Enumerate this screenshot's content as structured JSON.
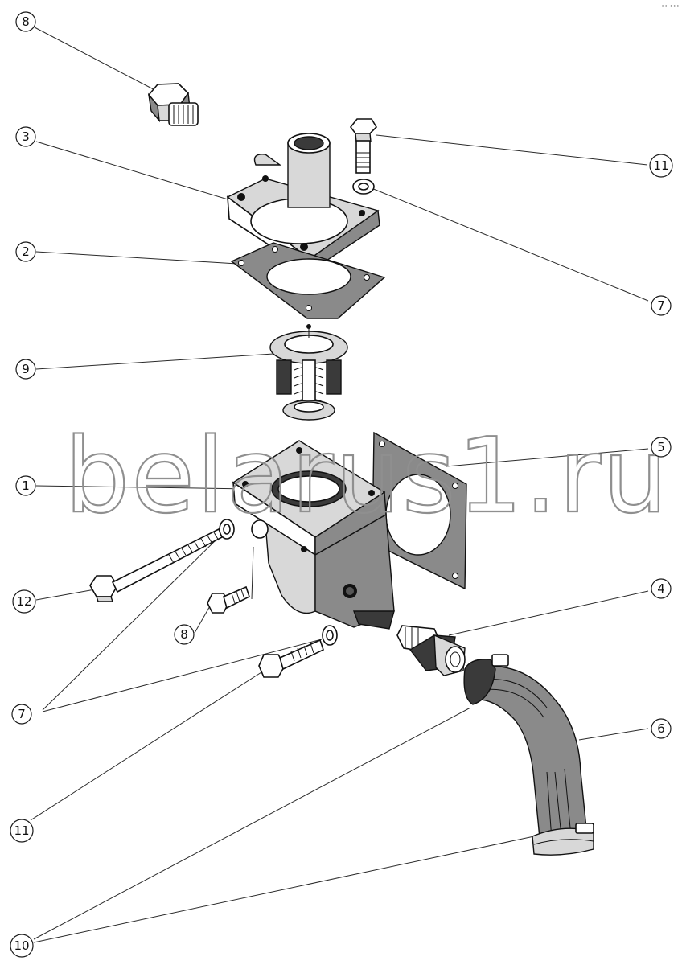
{
  "watermark": "belarus1.ru",
  "corner_mark": "•• •••",
  "callouts": {
    "c8_top": "8",
    "c3": "3",
    "c11_top": "11",
    "c2": "2",
    "c7_right": "7",
    "c9": "9",
    "c5": "5",
    "c1": "1",
    "c12": "12",
    "c4": "4",
    "c8_mid": "8",
    "c6": "6",
    "c7_left": "7",
    "c11_bottom": "11",
    "c10": "10"
  }
}
